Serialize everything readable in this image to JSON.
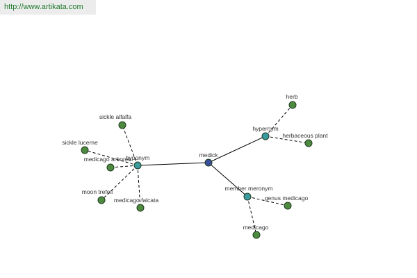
{
  "site": {
    "url_text": "http://www.artikata.com"
  },
  "graph": {
    "colors": {
      "center": "#3a4f9a",
      "relation": "#3a9aa0",
      "leaf": "#4e8a40",
      "node_stroke": "#1c3a1c",
      "edge": "#000000",
      "label": "#333333"
    },
    "nodes": [
      {
        "id": "medick",
        "label": "medick",
        "kind": "center"
      },
      {
        "id": "hyponym",
        "label": "hyponym",
        "kind": "relation"
      },
      {
        "id": "hypernym",
        "label": "hypernym",
        "kind": "relation"
      },
      {
        "id": "member-meronym",
        "label": "member meronym",
        "kind": "relation"
      },
      {
        "id": "sickle-alfalfa",
        "label": "sickle alfalfa",
        "kind": "leaf"
      },
      {
        "id": "sickle-lucerne",
        "label": "sickle lucerne",
        "kind": "leaf"
      },
      {
        "id": "medicago-arborea",
        "label": "medicago arborea",
        "kind": "leaf"
      },
      {
        "id": "moon-trefoil",
        "label": "moon trefoil",
        "kind": "leaf"
      },
      {
        "id": "medicago-falcata",
        "label": "medicago falcata",
        "kind": "leaf"
      },
      {
        "id": "herb",
        "label": "herb",
        "kind": "leaf"
      },
      {
        "id": "herbaceous-plant",
        "label": "herbaceous plant",
        "kind": "leaf"
      },
      {
        "id": "genus-medicago",
        "label": "genus medicago",
        "kind": "leaf"
      },
      {
        "id": "medicago",
        "label": "medicago",
        "kind": "leaf"
      }
    ],
    "edges": [
      {
        "from": "medick",
        "to": "hyponym",
        "style": "solid"
      },
      {
        "from": "medick",
        "to": "hypernym",
        "style": "solid"
      },
      {
        "from": "medick",
        "to": "member-meronym",
        "style": "solid"
      },
      {
        "from": "hyponym",
        "to": "sickle-alfalfa",
        "style": "dashed"
      },
      {
        "from": "hyponym",
        "to": "sickle-lucerne",
        "style": "dashed"
      },
      {
        "from": "hyponym",
        "to": "medicago-arborea",
        "style": "dashed"
      },
      {
        "from": "hyponym",
        "to": "moon-trefoil",
        "style": "dashed"
      },
      {
        "from": "hyponym",
        "to": "medicago-falcata",
        "style": "dashed"
      },
      {
        "from": "hypernym",
        "to": "herb",
        "style": "dashed"
      },
      {
        "from": "hypernym",
        "to": "herbaceous-plant",
        "style": "dashed"
      },
      {
        "from": "member-meronym",
        "to": "genus-medicago",
        "style": "dashed"
      },
      {
        "from": "member-meronym",
        "to": "medicago",
        "style": "dashed"
      }
    ]
  }
}
